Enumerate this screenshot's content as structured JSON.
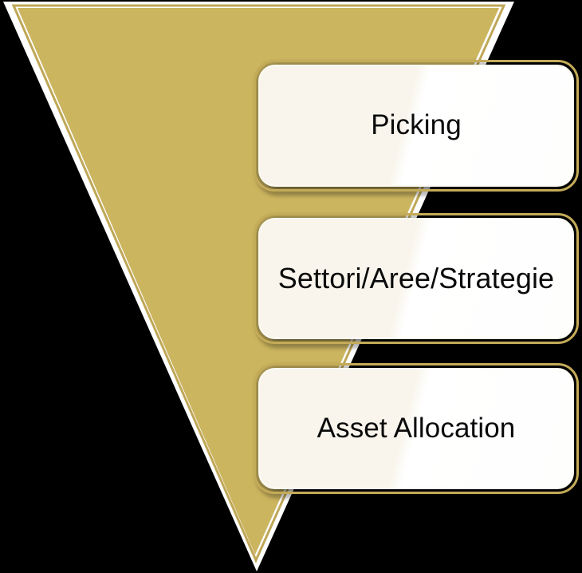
{
  "diagram": {
    "type": "inverted-funnel",
    "title": "",
    "background_color": "#000000",
    "funnel": {
      "name": "funnel-shape",
      "fill_color": "#CCB55F",
      "outline_color": "#FFFFFF",
      "inner_stroke_color": "#BFA757",
      "orientation": "inverted-triangle",
      "apex": "bottom"
    },
    "stages": [
      {
        "label": "Picking",
        "order": 1,
        "border_color": "#C4AB58",
        "fill_color": "#F9F5EC",
        "text_color": "#0A0A0A"
      },
      {
        "label": "Settori/Aree/Strategie",
        "order": 2,
        "border_color": "#C4AB58",
        "fill_color": "#F9F5EC",
        "text_color": "#0A0A0A"
      },
      {
        "label": "Asset Allocation",
        "order": 3,
        "border_color": "#C4AB58",
        "fill_color": "#F9F5EC",
        "text_color": "#0A0A0A"
      }
    ]
  }
}
